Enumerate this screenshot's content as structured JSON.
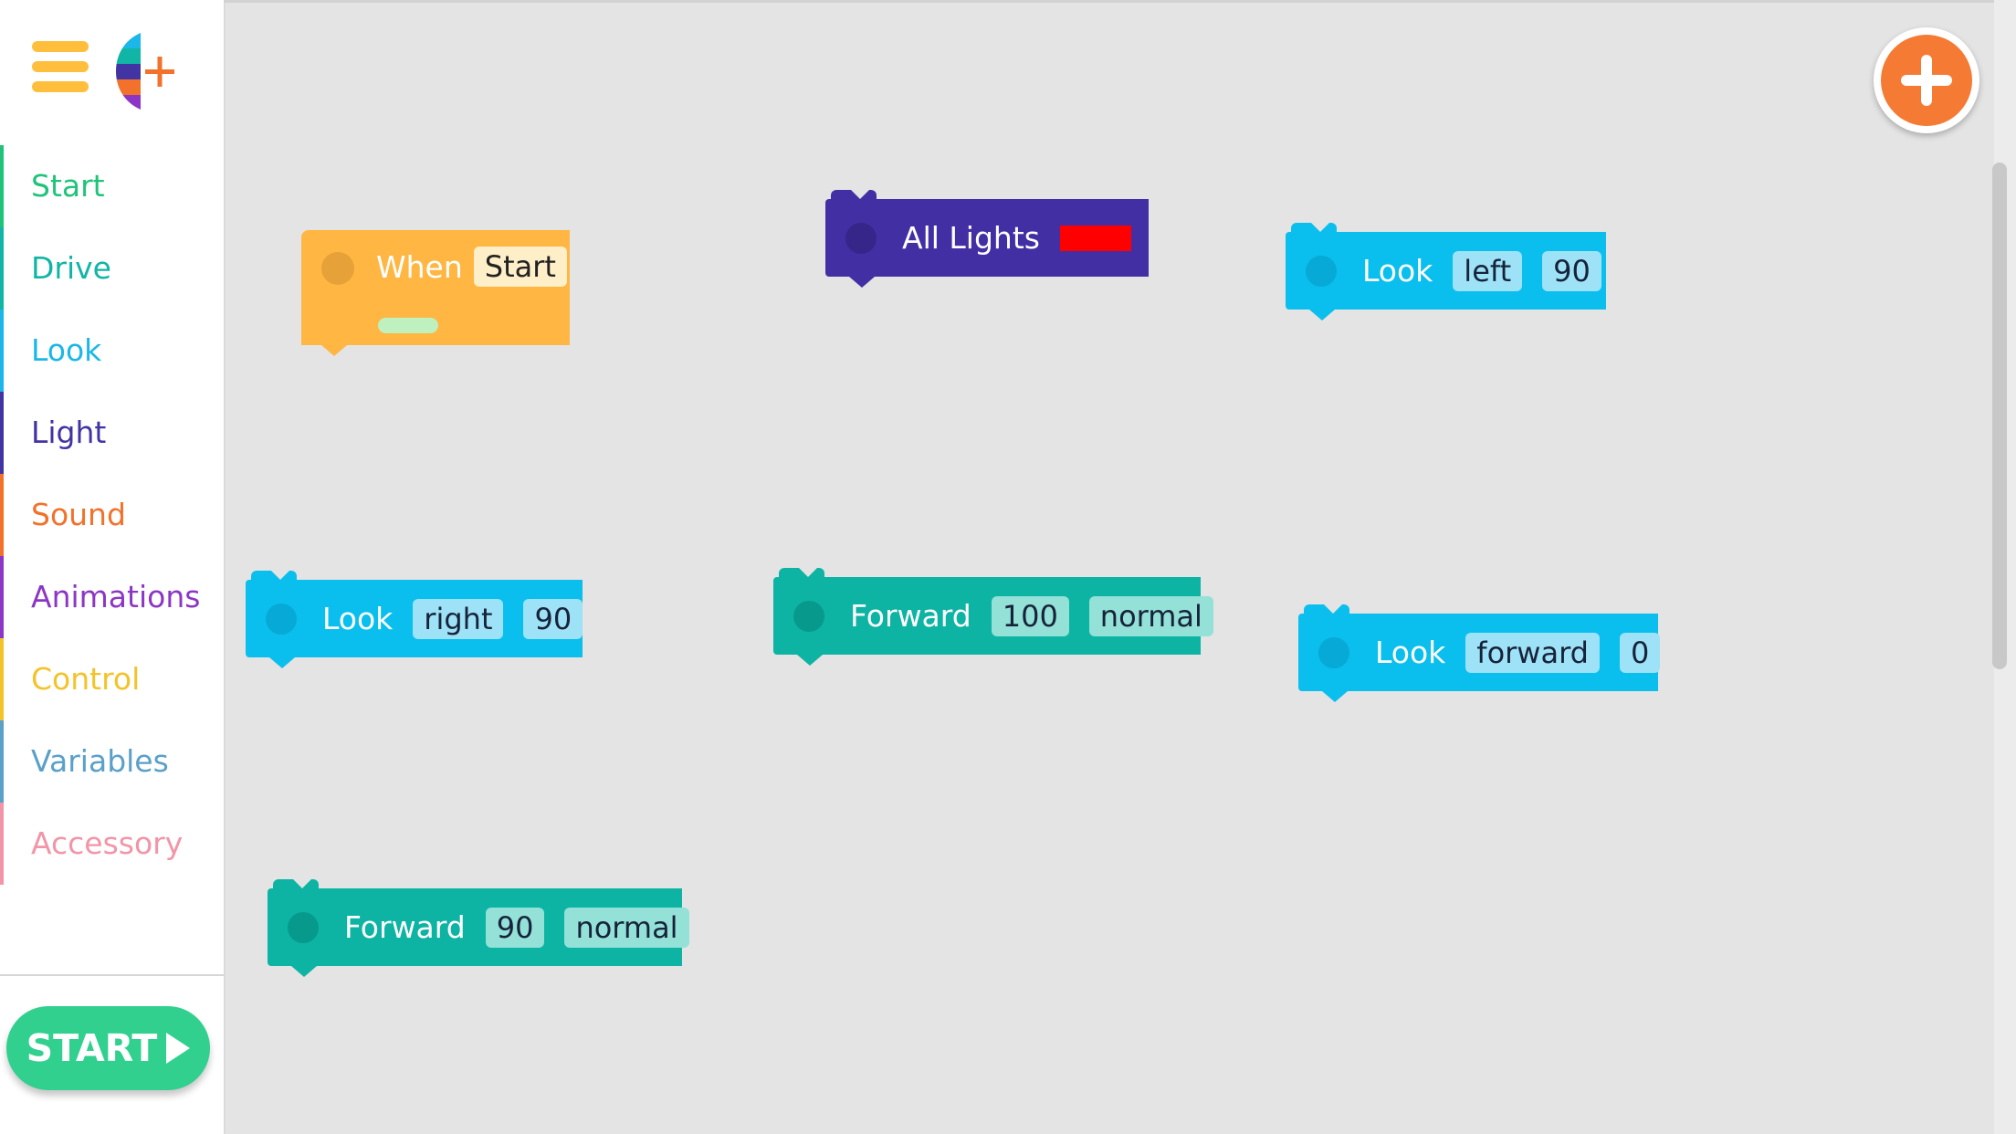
{
  "sidebar": {
    "categories": [
      {
        "label": "Start",
        "color": "#1fc47a"
      },
      {
        "label": "Drive",
        "color": "#11b5a5"
      },
      {
        "label": "Look",
        "color": "#1ab7e8"
      },
      {
        "label": "Light",
        "color": "#4234a3"
      },
      {
        "label": "Sound",
        "color": "#f2722c"
      },
      {
        "label": "Animations",
        "color": "#8c36c6"
      },
      {
        "label": "Control",
        "color": "#f4c329"
      },
      {
        "label": "Variables",
        "color": "#5aa0c9"
      },
      {
        "label": "Accessory",
        "color": "#f295a8"
      }
    ],
    "start_button": "START"
  },
  "blocks": {
    "when": {
      "label": "When",
      "event": "Start"
    },
    "all_lights": {
      "label": "All Lights",
      "color": "#ff0000"
    },
    "look_left": {
      "label": "Look",
      "direction": "left",
      "angle": "90"
    },
    "look_right": {
      "label": "Look",
      "direction": "right",
      "angle": "90"
    },
    "forward_100": {
      "label": "Forward",
      "distance": "100",
      "speed": "normal"
    },
    "look_forward": {
      "label": "Look",
      "direction": "forward",
      "angle": "0"
    },
    "forward_90": {
      "label": "Forward",
      "distance": "90",
      "speed": "normal"
    }
  },
  "colors": {
    "event_block": "#ffb642",
    "look_block": "#0abfed",
    "drive_block": "#0db3a3",
    "light_block": "#432fa4",
    "add_button": "#f57b34",
    "start_button": "#31d08f"
  },
  "icons": [
    "menu-icon",
    "logo-icon",
    "plus-icon",
    "play-icon"
  ]
}
